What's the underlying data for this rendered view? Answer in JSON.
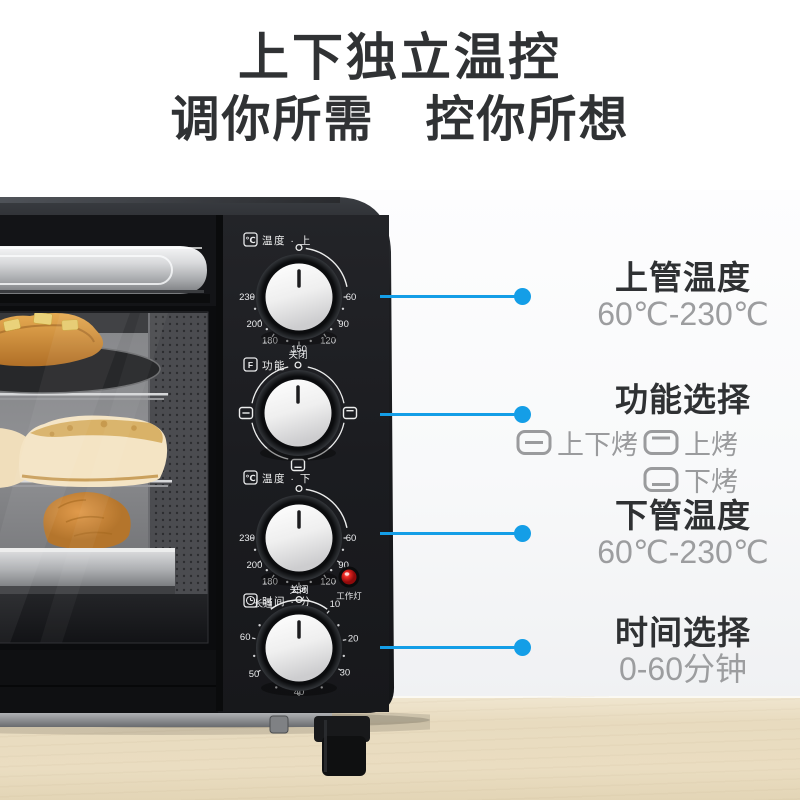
{
  "colors": {
    "accent": "#149ee7",
    "headline_text": "#303234",
    "annotation_title": "#2f3133",
    "annotation_subtitle": "#9c9d9f",
    "led_red": "#d81418",
    "oven_body": "#17181b"
  },
  "title": {
    "line1": "上下独立温控",
    "line2": "调你所需　控你所想"
  },
  "oven_panel": {
    "sections": [
      {
        "icon_text": "℃",
        "label": "温度 · 上"
      },
      {
        "icon_text": "F",
        "label": "功能"
      },
      {
        "icon_text": "℃",
        "label": "温度 · 下"
      },
      {
        "icon_text": "",
        "label": "时间 · 分"
      }
    ],
    "knobs": [
      {
        "type": "temp",
        "scale": [
          "60",
          "90",
          "120",
          "150",
          "180",
          "200",
          "230"
        ]
      },
      {
        "type": "func",
        "off_label": "关闭",
        "icons": [
          "both",
          "top",
          "bottom"
        ]
      },
      {
        "type": "temp",
        "scale": [
          "60",
          "90",
          "120",
          "150",
          "180",
          "200",
          "230"
        ]
      },
      {
        "type": "timer",
        "off_label": "关闭",
        "always_on_label": "长通",
        "scale": [
          "10",
          "20",
          "30",
          "40",
          "50",
          "60"
        ]
      }
    ],
    "indicator_label": "工作灯"
  },
  "annotations": [
    {
      "title": "上管温度",
      "subtitle": "60℃-230℃"
    },
    {
      "title": "功能选择",
      "options": [
        {
          "icon": "heat-both",
          "label": "上下烤"
        },
        {
          "icon": "heat-top",
          "label": "上烤"
        },
        {
          "icon": "heat-bottom",
          "label": "下烤"
        }
      ]
    },
    {
      "title": "下管温度",
      "subtitle": "60℃-230℃"
    },
    {
      "title": "时间选择",
      "subtitle": "0-60分钟"
    }
  ]
}
